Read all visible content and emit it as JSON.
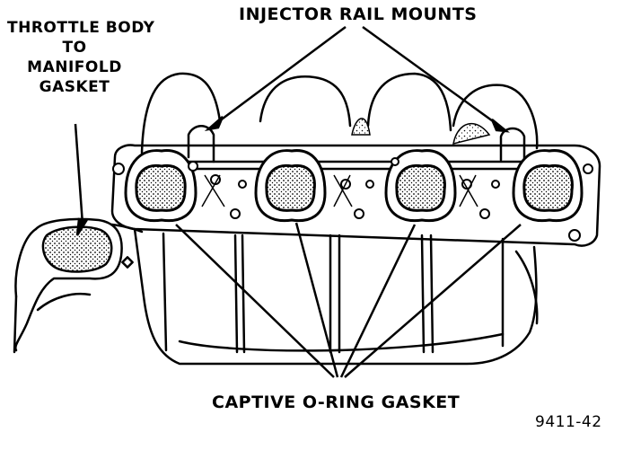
{
  "labels": {
    "throttle_body_gasket": [
      "THROTTLE BODY",
      "TO",
      "MANIFOLD",
      "GASKET"
    ],
    "injector_rail_mounts": "INJECTOR RAIL MOUNTS",
    "captive_oring_gasket": "CAPTIVE O-RING GASKET",
    "figure_number": "9411-42"
  }
}
